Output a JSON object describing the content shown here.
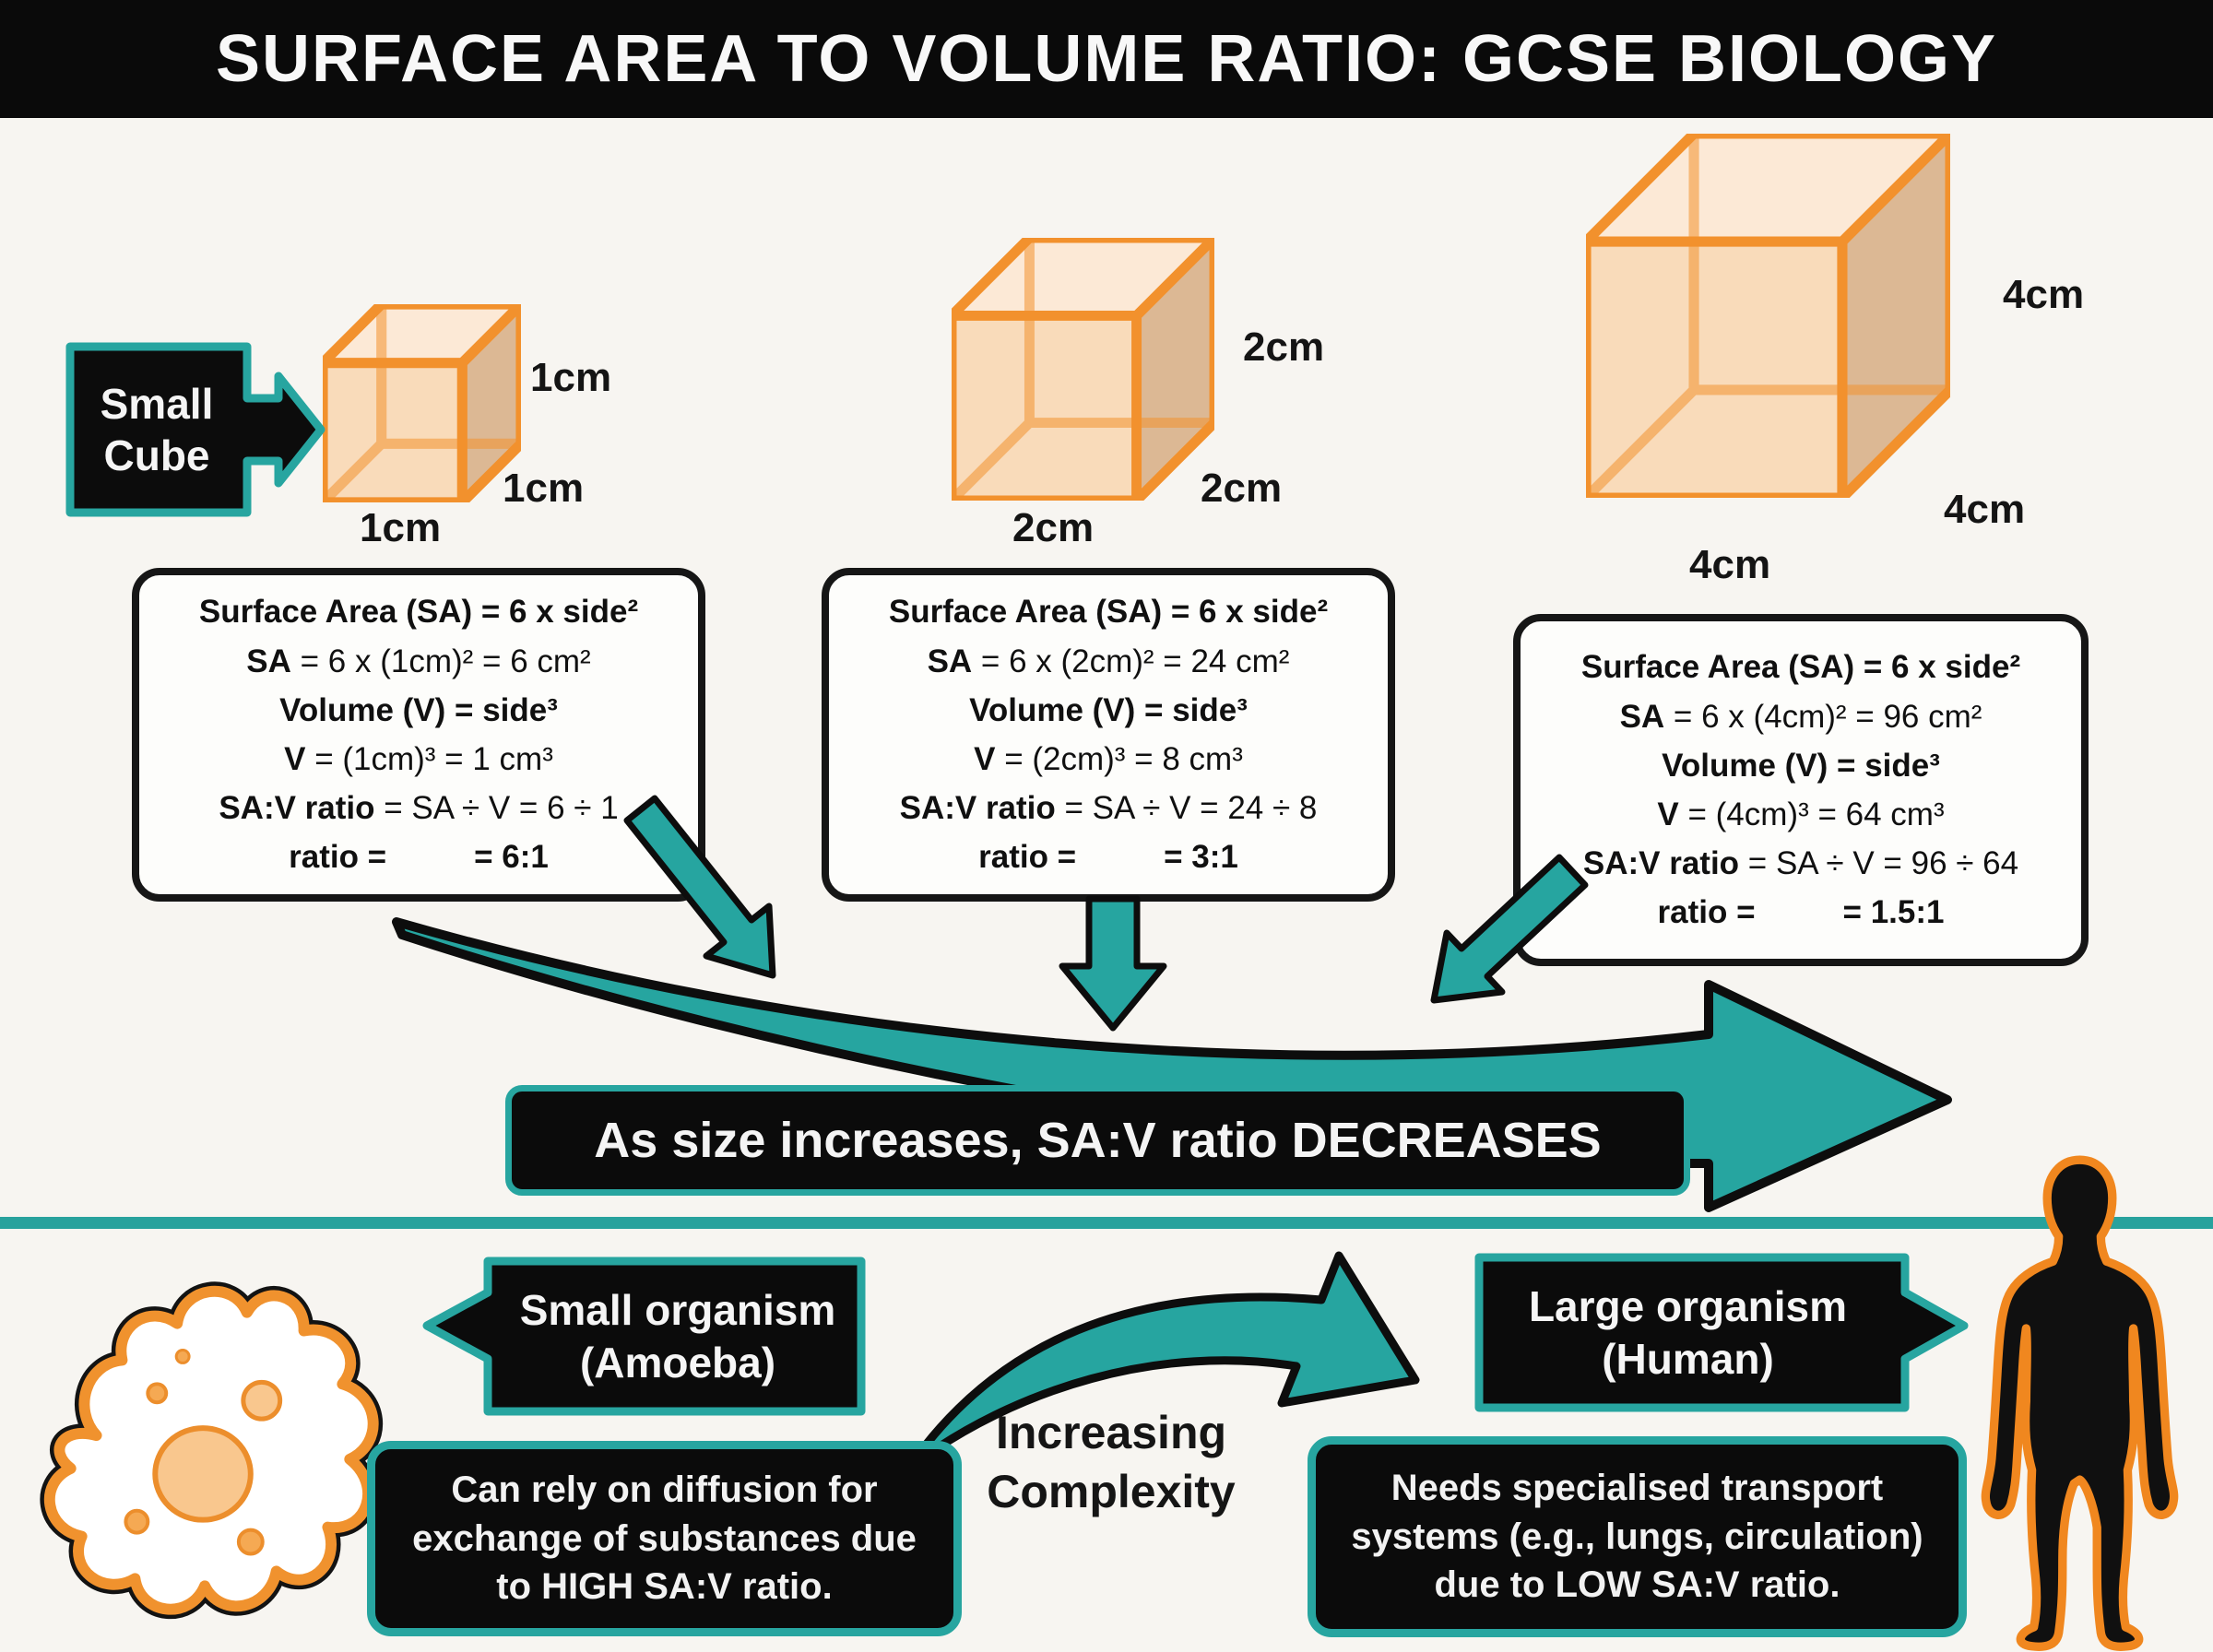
{
  "title": "SURFACE AREA TO VOLUME RATIO: GCSE BIOLOGY",
  "colors": {
    "teal": "#27a5a0",
    "orange": "#f2912d",
    "black": "#0b0b0b",
    "background": "#f7f5f1",
    "cube_front": "#f9d8b6",
    "cube_top": "#fce9d6",
    "cube_right": "#dcb894"
  },
  "small_cube_pointer": {
    "line1": "Small",
    "line2": "Cube"
  },
  "cubes": [
    {
      "name": "small-cube",
      "labels": [
        "1cm",
        "1cm",
        "1cm"
      ]
    },
    {
      "name": "medium-cube",
      "labels": [
        "2cm",
        "2cm",
        "2cm"
      ]
    },
    {
      "name": "large-cube",
      "labels": [
        "4cm",
        "4cm",
        "4cm"
      ]
    }
  ],
  "calc_boxes": [
    {
      "lines": [
        {
          "b": "Surface Area (SA) = 6 x side²",
          "r": ""
        },
        {
          "b": "SA",
          "r": " = 6 x (1cm)² = 6 cm²"
        },
        {
          "b": "Volume (V) = side³",
          "r": ""
        },
        {
          "b": "V",
          "r": " = (1cm)³ = 1 cm³"
        },
        {
          "b": "SA:V ratio",
          "r": " = SA ÷ V = 6 ÷ 1"
        },
        {
          "b": "ratio =",
          "r": "= 6:1"
        }
      ]
    },
    {
      "lines": [
        {
          "b": "Surface Area (SA) = 6 x side²",
          "r": ""
        },
        {
          "b": "SA",
          "r": " = 6 x (2cm)² = 24 cm²"
        },
        {
          "b": "Volume (V) = side³",
          "r": ""
        },
        {
          "b": "V",
          "r": " = (2cm)³ = 8 cm³"
        },
        {
          "b": "SA:V ratio",
          "r": " = SA ÷ V = 24 ÷ 8"
        },
        {
          "b": "ratio =",
          "r": "= 3:1"
        }
      ]
    },
    {
      "lines": [
        {
          "b": "Surface Area (SA) = 6 x side²",
          "r": ""
        },
        {
          "b": "SA",
          "r": " = 6 x (4cm)² = 96 cm²"
        },
        {
          "b": "Volume (V) = side³",
          "r": ""
        },
        {
          "b": "V",
          "r": " = (4cm)³ = 64 cm³"
        },
        {
          "b": "SA:V ratio",
          "r": " = SA ÷ V = 96 ÷ 64"
        },
        {
          "b": "ratio =",
          "r": "= 1.5:1"
        }
      ]
    }
  ],
  "banner_text": "As size increases, SA:V ratio DECREASES",
  "bottom": {
    "small_label": {
      "line1": "Small organism",
      "line2": "(Amoeba)"
    },
    "small_text": "Can rely on diffusion for exchange of substances due to HIGH SA:V ratio.",
    "middle_label": {
      "line1": "Increasing",
      "line2": "Complexity"
    },
    "large_label": {
      "line1": "Large organism",
      "line2": "(Human)"
    },
    "large_text": "Needs specialised transport systems (e.g., lungs, circulation) due to LOW SA:V ratio."
  }
}
